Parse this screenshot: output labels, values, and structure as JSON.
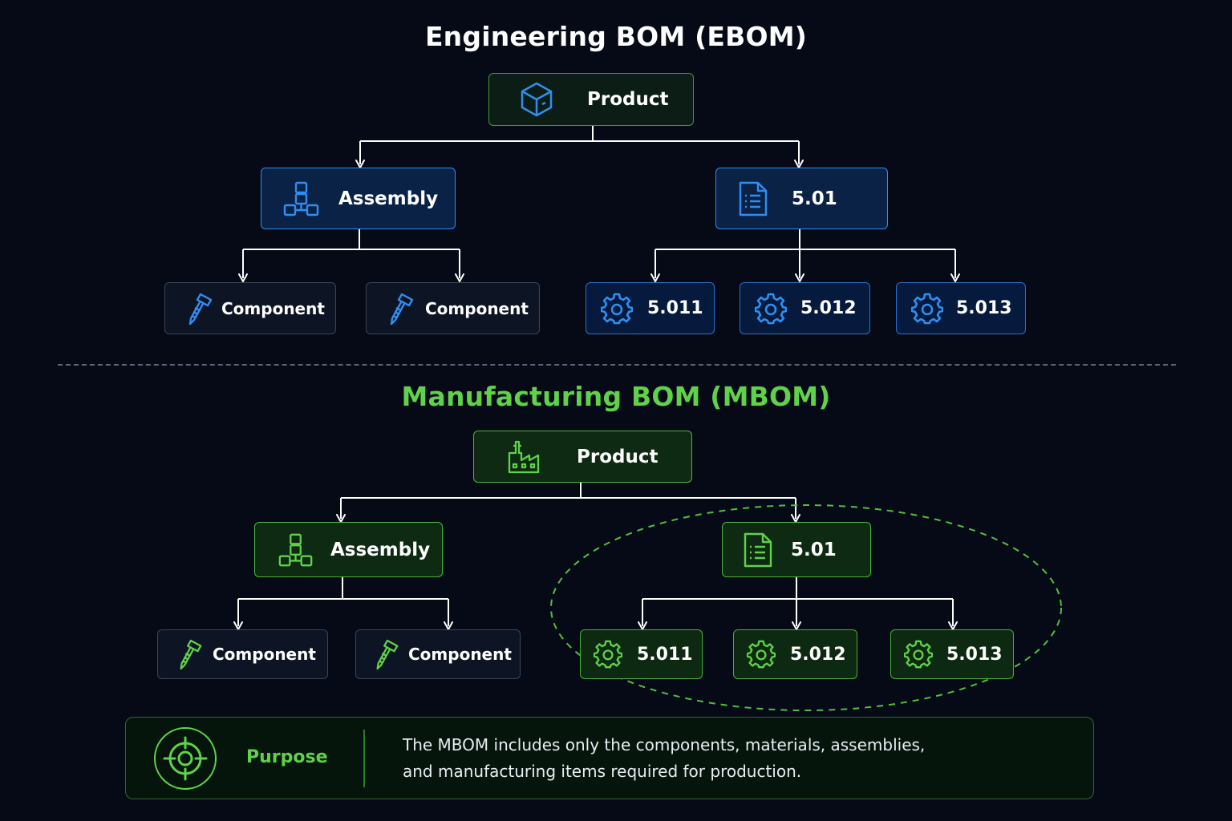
{
  "ebom": {
    "title": "Engineering BOM (EBOM)",
    "product": "Product",
    "assembly": "Assembly",
    "doc": "5.01",
    "components": [
      "Component",
      "Component"
    ],
    "parts": [
      "5.011",
      "5.012",
      "5.013"
    ]
  },
  "mbom": {
    "title": "Manufacturing BOM (MBOM)",
    "product": "Product",
    "assembly": "Assembly",
    "doc": "5.01",
    "components": [
      "Component",
      "Component"
    ],
    "parts": [
      "5.011",
      "5.012",
      "5.013"
    ]
  },
  "purpose": {
    "label": "Purpose",
    "text": "The MBOM includes only the components, materials, assemblies,\nand manufacturing items required for production."
  },
  "colors": {
    "blue": "#2f8ef0",
    "green": "#5fd24a",
    "background": "#050a16"
  },
  "icons": [
    "cube-icon",
    "factory-icon",
    "hierarchy-icon",
    "document-icon",
    "screw-icon",
    "gear-icon",
    "target-icon"
  ]
}
